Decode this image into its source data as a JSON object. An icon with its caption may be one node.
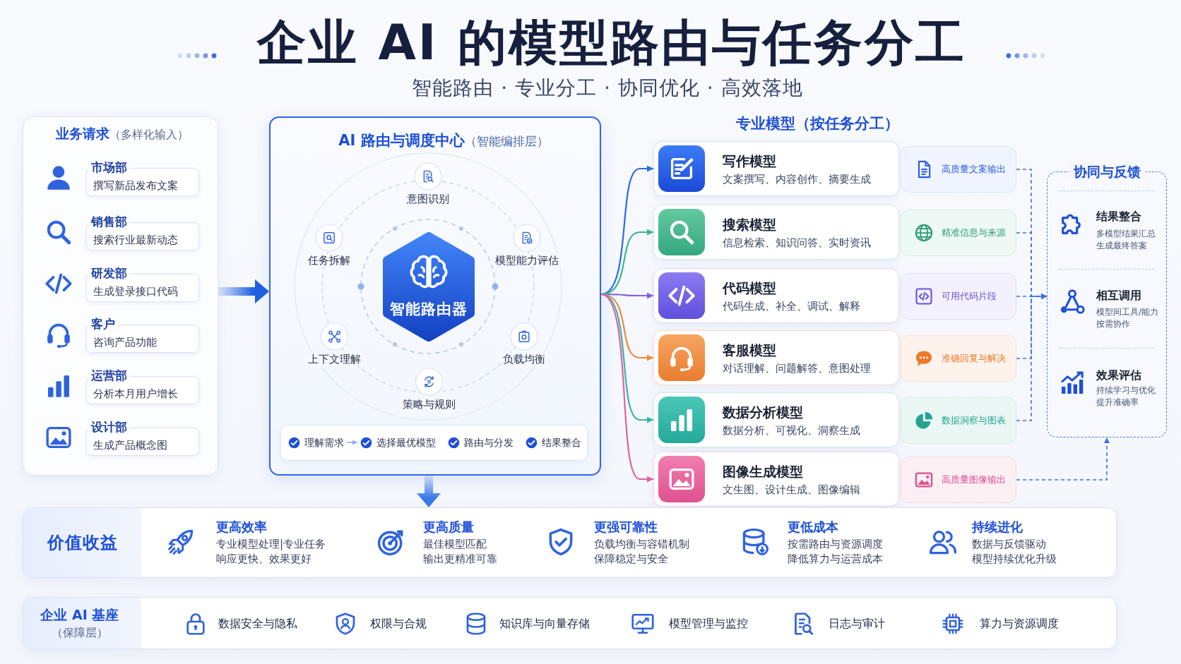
{
  "diagram": {
    "title": "企业 AI 的模型路由与任务分工",
    "nodes": [
      {
        "text": [
          "**业务请求**（多样化输入）"
        ]
      },
      {
        "text": [
          "市场部",
          "撰写新品发布文案"
        ],
        "in": 0
      },
      {
        "text": [
          "销售部",
          "搜索行业最新动态"
        ],
        "in": 0
      },
      {
        "text": [
          "研发部",
          "生成登录接口代码"
        ],
        "in": 0
      },
      {
        "text": [
          "客户",
          "咨询产品功能"
        ],
        "in": 0
      },
      {
        "text": [
          "运营部",
          "分析本月用户增长"
        ],
        "in": 0
      },
      {
        "text": [
          "设计部",
          "生成产品概念图"
        ],
        "in": 0
      },
      {
        "text": [
          "**AI 路由与调度中心**（智能编排层）"
        ]
      },
      {
        "text": [
          "智能路由器"
        ],
        "in": 7
      },
      {
        "text": [
          "意图识别"
        ],
        "in": 7
      },
      {
        "text": [
          "任务拆解"
        ],
        "in": 7
      },
      {
        "text": [
          "模型能力评估"
        ],
        "in": 7
      },
      {
        "text": [
          "上下文理解"
        ],
        "in": 7
      },
      {
        "text": [
          "负载均衡"
        ],
        "in": 7
      },
      {
        "text": [
          "策略与规则"
        ],
        "in": 7
      },
      {
        "text": [],
        "shape": "box",
        "in": 7
      },
      {
        "text": [
          "理解需求"
        ],
        "in": 15
      },
      {
        "text": [
          "选择最优模型"
        ],
        "in": 15
      },
      {
        "text": [
          "路由与分发"
        ],
        "in": 15
      },
      {
        "text": [
          "结果整合"
        ],
        "in": 15
      },
      {
        "text": [
          "写作模型",
          "文案撰写、内容创作、摘要生成"
        ]
      },
      {
        "text": [
          "搜索模型",
          "信息检索、知识问答、实时资讯"
        ]
      },
      {
        "text": [
          "代码模型",
          "代码生成、补全、调试、解释"
        ]
      },
      {
        "text": [
          "客服模型",
          "对话理解、问题解答、意图处理"
        ]
      },
      {
        "text": [
          "数据分析模型",
          "数据分析、可视化、洞察生成"
        ]
      },
      {
        "text": [
          "图像生成模型",
          "文生图、设计生成、图像编辑"
        ]
      },
      {
        "text": [
          "高质量文案输出"
        ]
      },
      {
        "text": [
          "精准信息与来源"
        ]
      },
      {
        "text": [
          "可用代码片段"
        ]
      },
      {
        "text": [
          "准确回复与解决"
        ]
      },
      {
        "text": [
          "数据洞察与图表"
        ]
      },
      {
        "text": [
          "高质量图像输出"
        ]
      },
      {
        "text": [
          "协同与反馈",
          "结果整合",
          "多模型结果汇总生成最终答案",
          "相互调用",
          "模型间工具/能力按需协作",
          "效果评估",
          "持续学习与优化提升准确率"
        ]
      },
      {
        "text": [
          "价值收益",
          "更高效率",
          "专业模型处理|专业任务响应更快、效果更好",
          "更高质量",
          "最佳模型匹配输出更精准可靠",
          "更强可靠性",
          "负载均衡与容错机制保障稳定与安全",
          "更低成本",
          "按需路由与资源调度降低算力与运营成本",
          "持续进化",
          "数据与反馈驱动模型持续优化升级"
        ]
      },
      {
        "text": [
          "企业 AI 基座",
          "（保障层）",
          "数据安全与隐私",
          "权限与合规",
          "知识库与向量存储",
          "模型管理与监控",
          "日志与审计",
          "算力与资源调度"
        ]
      }
    ],
    "edges": [
      {
        "from": 0,
        "to": 7,
        "arrow": "to",
        "style": "thick",
        "color": "#1f5fe0"
      },
      {
        "from": 7,
        "to": 20,
        "arrow": "to",
        "color": "#2d6be4"
      },
      {
        "from": 7,
        "to": 21,
        "arrow": "to",
        "color": "#3bb58f"
      },
      {
        "from": 7,
        "to": 22,
        "arrow": "to",
        "color": "#7b61e8"
      },
      {
        "from": 7,
        "to": 23,
        "arrow": "to",
        "color": "#f08a3e"
      },
      {
        "from": 7,
        "to": 24,
        "arrow": "to",
        "color": "#35b7a8"
      },
      {
        "from": 7,
        "to": 25,
        "arrow": "to",
        "color": "#e2629c"
      },
      {
        "from": 16,
        "to": 17,
        "arrow": "to",
        "color": "#8fb0f0"
      },
      {
        "from": 26,
        "to": 32,
        "arrow": "to",
        "style": "dashed",
        "color": "#3d6fe5"
      },
      {
        "from": 27,
        "to": 32,
        "arrow": "to",
        "style": "dashed",
        "color": "#3d6fe5"
      },
      {
        "from": 28,
        "to": 32,
        "arrow": "to",
        "style": "dashed",
        "color": "#3d6fe5"
      },
      {
        "from": 29,
        "to": 32,
        "arrow": "to",
        "style": "dashed",
        "color": "#3d6fe5"
      },
      {
        "from": 30,
        "to": 32,
        "arrow": "to",
        "style": "dashed",
        "color": "#3d6fe5"
      },
      {
        "from": 31,
        "to": 32,
        "arrow": "to",
        "style": "dashed",
        "color": "#3d6fe5"
      },
      {
        "from": 7,
        "to": 33,
        "arrow": "to",
        "style": "thick",
        "color": "#3a78ea"
      }
    ],
    "labels": [
      "智能路由 · 专业分工 · 协同优化 · 高效落地",
      "专业模型（按任务分工）"
    ]
  }
}
